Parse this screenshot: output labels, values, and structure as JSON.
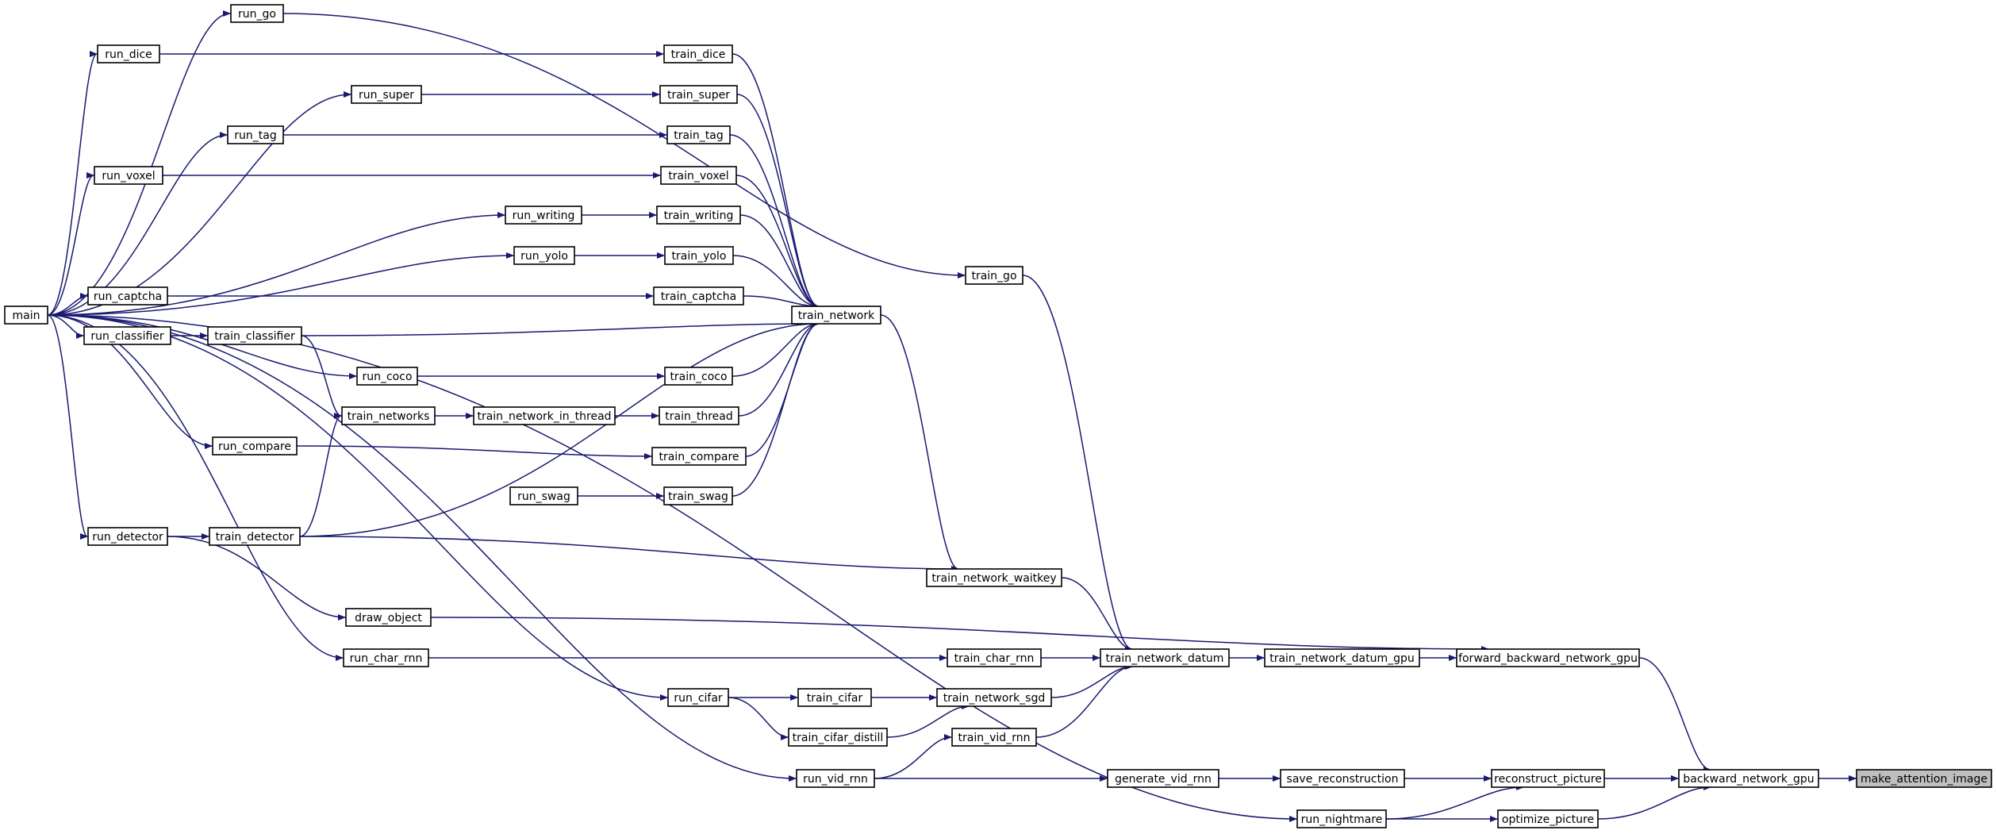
{
  "diagram": {
    "type": "call-graph",
    "colors": {
      "edge": "#191970",
      "node_border": "#000000",
      "node_fill": "#ffffff",
      "highlight_fill": "#bfbfbf"
    },
    "nodes": [
      {
        "id": "main",
        "label": "main"
      },
      {
        "id": "run_go",
        "label": "run_go"
      },
      {
        "id": "run_dice",
        "label": "run_dice"
      },
      {
        "id": "run_super",
        "label": "run_super"
      },
      {
        "id": "run_tag",
        "label": "run_tag"
      },
      {
        "id": "run_voxel",
        "label": "run_voxel"
      },
      {
        "id": "run_writing",
        "label": "run_writing"
      },
      {
        "id": "run_yolo",
        "label": "run_yolo"
      },
      {
        "id": "run_captcha",
        "label": "run_captcha"
      },
      {
        "id": "run_classifier",
        "label": "run_classifier"
      },
      {
        "id": "train_classifier",
        "label": "train_classifier"
      },
      {
        "id": "run_coco",
        "label": "run_coco"
      },
      {
        "id": "train_networks",
        "label": "train_networks"
      },
      {
        "id": "train_network_in_thread",
        "label": "train_network_in_thread"
      },
      {
        "id": "run_compare",
        "label": "run_compare"
      },
      {
        "id": "run_swag",
        "label": "run_swag"
      },
      {
        "id": "run_detector",
        "label": "run_detector"
      },
      {
        "id": "train_detector",
        "label": "train_detector"
      },
      {
        "id": "draw_object",
        "label": "draw_object"
      },
      {
        "id": "run_char_rnn",
        "label": "run_char_rnn"
      },
      {
        "id": "run_cifar",
        "label": "run_cifar"
      },
      {
        "id": "train_cifar",
        "label": "train_cifar"
      },
      {
        "id": "train_cifar_distill",
        "label": "train_cifar_distill"
      },
      {
        "id": "run_vid_rnn",
        "label": "run_vid_rnn"
      },
      {
        "id": "run_nightmare",
        "label": "run_nightmare"
      },
      {
        "id": "train_dice",
        "label": "train_dice"
      },
      {
        "id": "train_super",
        "label": "train_super"
      },
      {
        "id": "train_tag",
        "label": "train_tag"
      },
      {
        "id": "train_voxel",
        "label": "train_voxel"
      },
      {
        "id": "train_writing",
        "label": "train_writing"
      },
      {
        "id": "train_yolo",
        "label": "train_yolo"
      },
      {
        "id": "train_captcha",
        "label": "train_captcha"
      },
      {
        "id": "train_coco",
        "label": "train_coco"
      },
      {
        "id": "train_thread",
        "label": "train_thread"
      },
      {
        "id": "train_compare",
        "label": "train_compare"
      },
      {
        "id": "train_swag",
        "label": "train_swag"
      },
      {
        "id": "train_network",
        "label": "train_network"
      },
      {
        "id": "train_go",
        "label": "train_go"
      },
      {
        "id": "train_network_waitkey",
        "label": "train_network_waitkey"
      },
      {
        "id": "train_char_rnn",
        "label": "train_char_rnn"
      },
      {
        "id": "train_network_sgd",
        "label": "train_network_sgd"
      },
      {
        "id": "train_vid_rnn",
        "label": "train_vid_rnn"
      },
      {
        "id": "train_network_datum",
        "label": "train_network_datum"
      },
      {
        "id": "generate_vid_rnn",
        "label": "generate_vid_rnn"
      },
      {
        "id": "train_network_datum_gpu",
        "label": "train_network_datum_gpu"
      },
      {
        "id": "save_reconstruction",
        "label": "save_reconstruction"
      },
      {
        "id": "forward_backward_network_gpu",
        "label": "forward_backward_network_gpu"
      },
      {
        "id": "reconstruct_picture",
        "label": "reconstruct_picture"
      },
      {
        "id": "optimize_picture",
        "label": "optimize_picture"
      },
      {
        "id": "backward_network_gpu",
        "label": "backward_network_gpu"
      },
      {
        "id": "make_attention_image",
        "label": "make_attention_image",
        "highlighted": true
      }
    ],
    "edges": [
      [
        "main",
        "run_go"
      ],
      [
        "main",
        "run_dice"
      ],
      [
        "main",
        "run_super"
      ],
      [
        "main",
        "run_tag"
      ],
      [
        "main",
        "run_voxel"
      ],
      [
        "main",
        "run_writing"
      ],
      [
        "main",
        "run_yolo"
      ],
      [
        "main",
        "run_captcha"
      ],
      [
        "main",
        "run_classifier"
      ],
      [
        "main",
        "run_coco"
      ],
      [
        "main",
        "run_compare"
      ],
      [
        "main",
        "run_detector"
      ],
      [
        "main",
        "run_char_rnn"
      ],
      [
        "main",
        "run_cifar"
      ],
      [
        "main",
        "run_vid_rnn"
      ],
      [
        "main",
        "run_nightmare"
      ],
      [
        "run_go",
        "train_go"
      ],
      [
        "run_dice",
        "train_dice"
      ],
      [
        "run_super",
        "train_super"
      ],
      [
        "run_tag",
        "train_tag"
      ],
      [
        "run_voxel",
        "train_voxel"
      ],
      [
        "run_writing",
        "train_writing"
      ],
      [
        "run_yolo",
        "train_yolo"
      ],
      [
        "run_captcha",
        "train_captcha"
      ],
      [
        "run_classifier",
        "train_classifier"
      ],
      [
        "run_coco",
        "train_coco"
      ],
      [
        "run_compare",
        "train_compare"
      ],
      [
        "run_swag",
        "train_swag"
      ],
      [
        "run_detector",
        "train_detector"
      ],
      [
        "run_detector",
        "draw_object"
      ],
      [
        "run_char_rnn",
        "train_char_rnn"
      ],
      [
        "run_cifar",
        "train_cifar"
      ],
      [
        "run_cifar",
        "train_cifar_distill"
      ],
      [
        "run_vid_rnn",
        "train_vid_rnn"
      ],
      [
        "run_vid_rnn",
        "generate_vid_rnn"
      ],
      [
        "run_nightmare",
        "reconstruct_picture"
      ],
      [
        "run_nightmare",
        "optimize_picture"
      ],
      [
        "train_classifier",
        "train_networks"
      ],
      [
        "train_classifier",
        "train_network"
      ],
      [
        "train_detector",
        "train_networks"
      ],
      [
        "train_detector",
        "train_network"
      ],
      [
        "train_detector",
        "train_network_waitkey"
      ],
      [
        "train_networks",
        "train_network_in_thread"
      ],
      [
        "train_network_in_thread",
        "train_thread"
      ],
      [
        "train_dice",
        "train_network"
      ],
      [
        "train_super",
        "train_network"
      ],
      [
        "train_tag",
        "train_network"
      ],
      [
        "train_voxel",
        "train_network"
      ],
      [
        "train_writing",
        "train_network"
      ],
      [
        "train_yolo",
        "train_network"
      ],
      [
        "train_captcha",
        "train_network"
      ],
      [
        "train_coco",
        "train_network"
      ],
      [
        "train_thread",
        "train_network"
      ],
      [
        "train_compare",
        "train_network"
      ],
      [
        "train_swag",
        "train_network"
      ],
      [
        "train_network",
        "train_network_waitkey"
      ],
      [
        "train_go",
        "train_network_datum"
      ],
      [
        "train_network_waitkey",
        "train_network_datum"
      ],
      [
        "train_char_rnn",
        "train_network_datum"
      ],
      [
        "train_network_sgd",
        "train_network_datum"
      ],
      [
        "train_vid_rnn",
        "train_network_datum"
      ],
      [
        "train_cifar",
        "train_network_sgd"
      ],
      [
        "train_cifar_distill",
        "train_network_sgd"
      ],
      [
        "train_network_datum",
        "train_network_datum_gpu"
      ],
      [
        "train_network_datum_gpu",
        "forward_backward_network_gpu"
      ],
      [
        "draw_object",
        "forward_backward_network_gpu"
      ],
      [
        "generate_vid_rnn",
        "save_reconstruction"
      ],
      [
        "save_reconstruction",
        "reconstruct_picture"
      ],
      [
        "forward_backward_network_gpu",
        "backward_network_gpu"
      ],
      [
        "reconstruct_picture",
        "backward_network_gpu"
      ],
      [
        "optimize_picture",
        "backward_network_gpu"
      ],
      [
        "backward_network_gpu",
        "make_attention_image"
      ]
    ]
  }
}
